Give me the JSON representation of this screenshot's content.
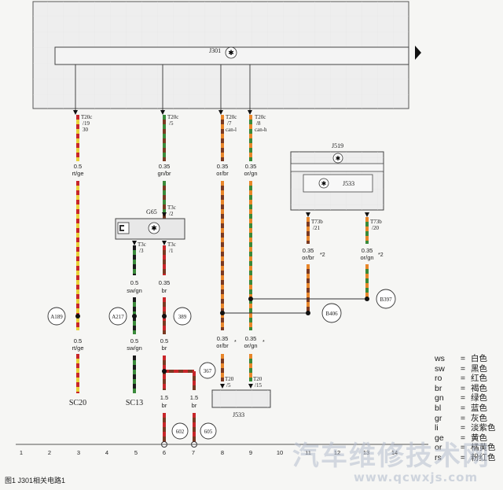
{
  "module_top": {
    "name": "J301"
  },
  "module_j519": {
    "name": "J519"
  },
  "module_j533_inner": {
    "name": "J533"
  },
  "module_j533_bottom": {
    "name": "J533"
  },
  "sensor": {
    "name": "G65"
  },
  "pins": {
    "p1": {
      "connector": "T20c",
      "pin": "/19",
      "extra": "30"
    },
    "p2": {
      "connector": "T20c",
      "pin": "/5",
      "extra": ""
    },
    "p3": {
      "connector": "T20c",
      "pin": "/7",
      "extra": "can-l"
    },
    "p4": {
      "connector": "T20c",
      "pin": "/8",
      "extra": "can-h"
    },
    "g65_top": {
      "connector": "T3c",
      "pin": "/2"
    },
    "g65_l": {
      "connector": "T3c",
      "pin": "/3"
    },
    "g65_r": {
      "connector": "T3c",
      "pin": "/1"
    },
    "j519_l": {
      "connector": "T73b",
      "pin": "/21"
    },
    "j519_r": {
      "connector": "T73b",
      "pin": "/20"
    },
    "j533_l": {
      "connector": "T20",
      "pin": "/5"
    },
    "j533_r": {
      "connector": "T20",
      "pin": "/15"
    }
  },
  "wires": {
    "w1a": {
      "size": "0.5",
      "color": "rt/ge"
    },
    "w1b": {
      "size": "0.5",
      "color": "rt/ge"
    },
    "w2a": {
      "size": "0.35",
      "color": "gn/br"
    },
    "w3a": {
      "size": "0.35",
      "color": "or/br"
    },
    "w4a": {
      "size": "0.35",
      "color": "or/gn"
    },
    "w5a": {
      "size": "0.5",
      "color": "sw/gn"
    },
    "w5b": {
      "size": "0.5",
      "color": "sw/gn"
    },
    "w6a": {
      "size": "0.35",
      "color": "br"
    },
    "w6b": {
      "size": "0.5",
      "color": "br"
    },
    "w6c": {
      "size": "1.5",
      "color": "br"
    },
    "w7a": {
      "size": "1.5",
      "color": "br"
    },
    "w8a": {
      "size": "0.35",
      "color": "or/br"
    },
    "w8b": {
      "size": "0.35",
      "color": "or/gn"
    },
    "w9a": {
      "size": "0.35",
      "color": "or/br"
    },
    "w9b": {
      "size": "0.35",
      "color": "or/gn"
    }
  },
  "footnotes": {
    "star2": "*2",
    "star": "*"
  },
  "connectors": {
    "a189": "A189",
    "a217": "A217",
    "c389": "389",
    "c367": "367",
    "b406": "B406",
    "b397": "B397",
    "c602": "602",
    "c605": "605"
  },
  "grounds": {
    "sc20": "SC20",
    "sc13": "SC13"
  },
  "ruler": [
    "1",
    "2",
    "3",
    "4",
    "5",
    "6",
    "7",
    "8",
    "9",
    "10",
    "11",
    "12",
    "13",
    "14"
  ],
  "legend": [
    {
      "code": "ws",
      "eq": "=",
      "color": "白色"
    },
    {
      "code": "sw",
      "eq": "=",
      "color": "黑色"
    },
    {
      "code": "ro",
      "eq": "=",
      "color": "红色"
    },
    {
      "code": "br",
      "eq": "=",
      "color": "褐色"
    },
    {
      "code": "gn",
      "eq": "=",
      "color": "绿色"
    },
    {
      "code": "bl",
      "eq": "=",
      "color": "蓝色"
    },
    {
      "code": "gr",
      "eq": "=",
      "color": "灰色"
    },
    {
      "code": "li",
      "eq": "=",
      "color": "淡紫色"
    },
    {
      "code": "ge",
      "eq": "=",
      "color": "黄色"
    },
    {
      "code": "or",
      "eq": "=",
      "color": "橘黄色"
    },
    {
      "code": "rs",
      "eq": "=",
      "color": "粉红色"
    }
  ],
  "caption": "图1   J301相关电路1",
  "watermark": {
    "text": "汽车维修技术网",
    "url": "www.qcwxjs.com"
  },
  "colors": {
    "red": "#c8262a",
    "yellow": "#e8d23a",
    "green": "#3a8a3a",
    "orange": "#e8862a",
    "brown": "#7a3a22",
    "black": "#1a1a1a"
  }
}
